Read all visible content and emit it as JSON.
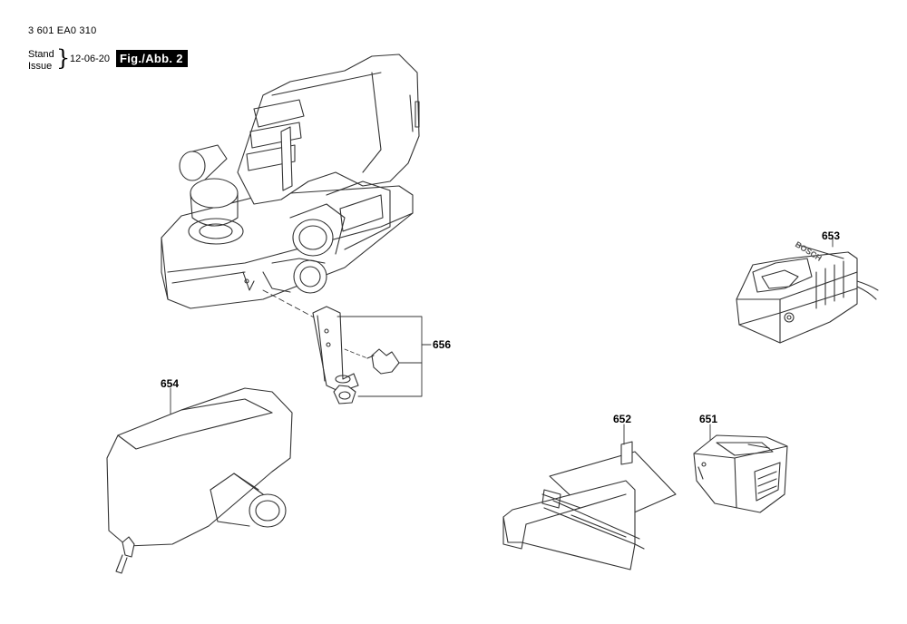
{
  "header": {
    "doc_number": "3 601 EA0 310",
    "stand_label": "Stand",
    "issue_label": "Issue",
    "brace": "}",
    "date": "12-06-20",
    "figure_label": "Fig./Abb. 2"
  },
  "parts": {
    "p656": "656",
    "p653": "653",
    "p654": "654",
    "p652": "652",
    "p651": "651"
  },
  "branding": {
    "charger_logo": "BOSCH"
  }
}
